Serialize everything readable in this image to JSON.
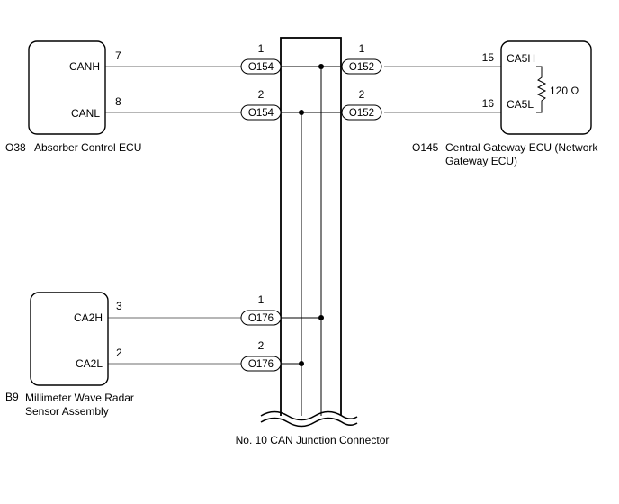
{
  "ecus": {
    "absorber": {
      "code": "O38",
      "name": "Absorber Control ECU",
      "pins": [
        {
          "label": "CANH",
          "number": "7"
        },
        {
          "label": "CANL",
          "number": "8"
        }
      ]
    },
    "gateway": {
      "code": "O145",
      "name_line1": "Central Gateway ECU (Network",
      "name_line2": "Gateway ECU)",
      "pins": [
        {
          "label": "CA5H",
          "number": "15"
        },
        {
          "label": "CA5L",
          "number": "16"
        }
      ],
      "resistor": "120 Ω"
    },
    "radar": {
      "code": "B9",
      "name_line1": "Millimeter Wave Radar",
      "name_line2": "Sensor Assembly",
      "pins": [
        {
          "label": "CA2H",
          "number": "3"
        },
        {
          "label": "CA2L",
          "number": "2"
        }
      ]
    }
  },
  "junction": {
    "name": "No. 10 CAN Junction Connector",
    "connectors": {
      "left_top_h": {
        "id": "O154",
        "pin": "1"
      },
      "left_top_l": {
        "id": "O154",
        "pin": "2"
      },
      "right_top_h": {
        "id": "O152",
        "pin": "1"
      },
      "right_top_l": {
        "id": "O152",
        "pin": "2"
      },
      "left_bottom_h": {
        "id": "O176",
        "pin": "1"
      },
      "left_bottom_l": {
        "id": "O176",
        "pin": "2"
      }
    }
  },
  "colors": {
    "wire": "#8a8a8a",
    "outline": "#000000"
  }
}
